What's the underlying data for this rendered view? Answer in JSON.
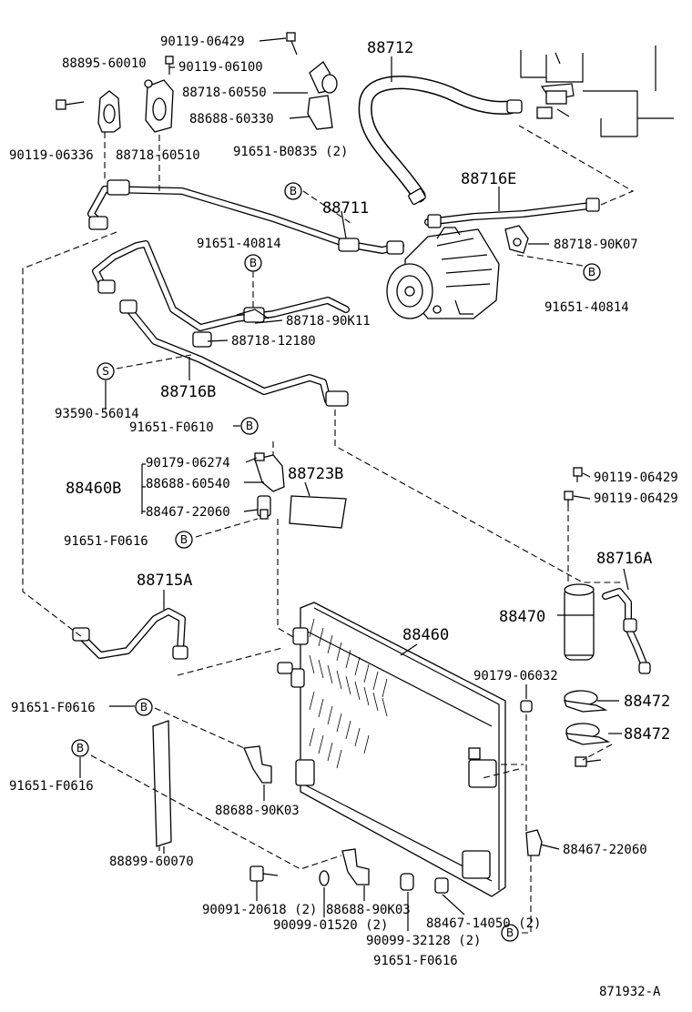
{
  "labels": {
    "p90119_06429_top": "90119-06429",
    "p88895_60010": "88895-60010",
    "p90119_06100": "90119-06100",
    "p88712": "88712",
    "p88718_60550": "88718-60550",
    "p88688_60330": "88688-60330",
    "p90119_06336": "90119-06336",
    "p88718_60510": "88718-60510",
    "p91651_B0835": "91651-B0835 (2)",
    "p88716E": "88716E",
    "p88711": "88711",
    "p91651_40814_left": "91651-40814",
    "p88718_90K07": "88718-90K07",
    "p91651_40814_right": "91651-40814",
    "p88718_90K11": "88718-90K11",
    "p88718_12180": "88718-12180",
    "p88716B": "88716B",
    "p93590_56014": "93590-56014",
    "p91651_F0610": "91651-F0610",
    "p90179_06274": "90179-06274",
    "p88460B": "88460B",
    "p88688_60540": "88688-60540",
    "p88723B": "88723B",
    "p88467_22060_left": "88467-22060",
    "p91651_F0616_mid": "91651-F0616",
    "p90119_06429_r1": "90119-06429",
    "p90119_06429_r2": "90119-06429",
    "p88716A": "88716A",
    "p88715A": "88715A",
    "p88460": "88460",
    "p88470": "88470",
    "p90179_06032": "90179-06032",
    "p88472_a": "88472",
    "p88472_b": "88472",
    "p91651_F0616_left": "91651-F0616",
    "p91651_F0616_left2": "91651-F0616",
    "p88688_90K03_a": "88688-90K03",
    "p88467_22060_right": "88467-22060",
    "p88899_60070": "88899-60070",
    "p90091_20618": "90091-20618 (2)",
    "p88688_90K03_b": "88688-90K03",
    "p88467_14050": "88467-14050 (2)",
    "p90099_01520": "90099-01520 (2)",
    "p90099_32128": "90099-32128 (2)",
    "p91651_F0616_bottom": "91651-F0616",
    "diagram_code": "871932-A"
  },
  "markers": {
    "B": "B",
    "S": "S"
  }
}
